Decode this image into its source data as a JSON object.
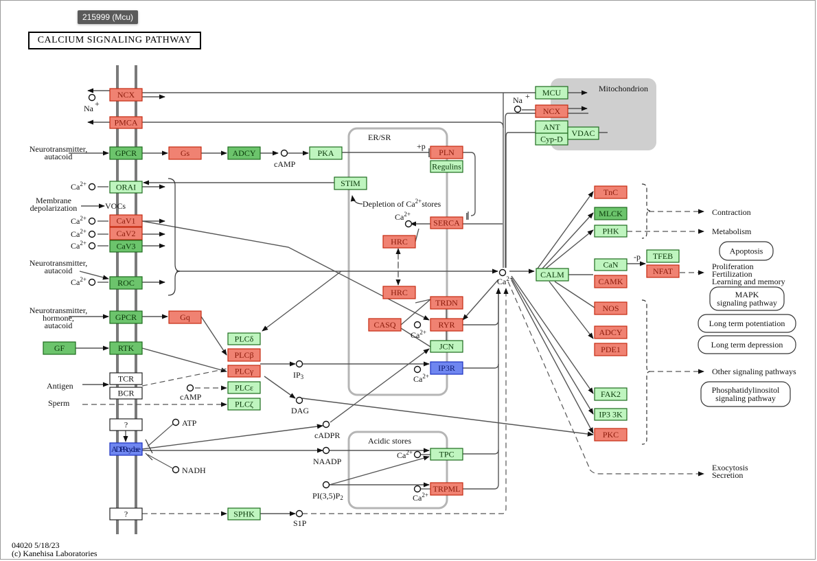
{
  "tooltip": "215999 (Mcu)",
  "title": "CALCIUM SIGNALING PATHWAY",
  "footer": {
    "code_date": "04020 5/18/23",
    "copyright": "(c) Kanehisa Laboratories"
  },
  "colors": {
    "red_fill": "#f08272",
    "red_stroke": "#c42a10",
    "red_text": "#8b1a0a",
    "light_green_fill": "#bff5bf",
    "light_green_stroke": "#1d6b1d",
    "dark_green_fill": "#6cc46c",
    "dark_green_stroke": "#1d6b1d",
    "blue_fill": "#6f86f0",
    "blue_stroke": "#1a2fc0",
    "blue_text": "#0a1870",
    "white_fill": "#ffffff",
    "compartment": "#b5b5b5",
    "mito_fill": "#cfcfcf",
    "line": "#555555"
  },
  "compartments": {
    "er_sr": "ER/SR",
    "acidic": "Acidic stores",
    "mitochondrion": "Mitochondrion"
  },
  "nodes": [
    {
      "id": "ncx1",
      "label": "NCX",
      "color": "red"
    },
    {
      "id": "pmca",
      "label": "PMCA",
      "color": "red"
    },
    {
      "id": "gpcr1",
      "label": "GPCR",
      "color": "dark_green"
    },
    {
      "id": "gs",
      "label": "Gs",
      "color": "red"
    },
    {
      "id": "adcy1",
      "label": "ADCY",
      "color": "dark_green"
    },
    {
      "id": "pka",
      "label": "PKA",
      "color": "light_green"
    },
    {
      "id": "orai",
      "label": "ORAI",
      "color": "light_green"
    },
    {
      "id": "stim",
      "label": "STIM",
      "color": "light_green"
    },
    {
      "id": "cav1",
      "label": "CaV1",
      "color": "red"
    },
    {
      "id": "cav2",
      "label": "CaV2",
      "color": "red"
    },
    {
      "id": "cav3",
      "label": "CaV3",
      "color": "dark_green"
    },
    {
      "id": "roc",
      "label": "ROC",
      "color": "dark_green"
    },
    {
      "id": "gpcr2",
      "label": "GPCR",
      "color": "dark_green"
    },
    {
      "id": "gq",
      "label": "Gq",
      "color": "red"
    },
    {
      "id": "gf",
      "label": "GF",
      "color": "dark_green"
    },
    {
      "id": "rtk",
      "label": "RTK",
      "color": "dark_green"
    },
    {
      "id": "tcr",
      "label": "TCR",
      "color": "white"
    },
    {
      "id": "bcr",
      "label": "BCR",
      "color": "white"
    },
    {
      "id": "q1",
      "label": "?",
      "color": "white"
    },
    {
      "id": "adpr",
      "label": "ADPRcyclase",
      "color": "blue"
    },
    {
      "id": "q2",
      "label": "?",
      "color": "white"
    },
    {
      "id": "sphk",
      "label": "SPHK",
      "color": "light_green"
    },
    {
      "id": "plcd",
      "label": "PLCδ",
      "color": "light_green"
    },
    {
      "id": "plcb",
      "label": "PLCβ",
      "color": "red"
    },
    {
      "id": "plcg",
      "label": "PLCγ",
      "color": "red"
    },
    {
      "id": "plce",
      "label": "PLCε",
      "color": "light_green"
    },
    {
      "id": "plcz",
      "label": "PLCζ",
      "color": "light_green"
    },
    {
      "id": "pln",
      "label": "PLN",
      "color": "red"
    },
    {
      "id": "regulins",
      "label": "Regulins",
      "color": "light_green"
    },
    {
      "id": "serca",
      "label": "SERCA",
      "color": "red"
    },
    {
      "id": "hrc1",
      "label": "HRC",
      "color": "red"
    },
    {
      "id": "hrc2",
      "label": "HRC",
      "color": "red"
    },
    {
      "id": "trdn",
      "label": "TRDN",
      "color": "red"
    },
    {
      "id": "casq",
      "label": "CASQ",
      "color": "red"
    },
    {
      "id": "ryr",
      "label": "RYR",
      "color": "red"
    },
    {
      "id": "jcn",
      "label": "JCN",
      "color": "light_green"
    },
    {
      "id": "ip3r",
      "label": "IP3R",
      "color": "blue"
    },
    {
      "id": "tpc",
      "label": "TPC",
      "color": "light_green"
    },
    {
      "id": "trpml",
      "label": "TRPML",
      "color": "red"
    },
    {
      "id": "mcu",
      "label": "MCU",
      "color": "light_green"
    },
    {
      "id": "ncx2",
      "label": "NCX",
      "color": "red"
    },
    {
      "id": "ant",
      "label": "ANT",
      "color": "light_green"
    },
    {
      "id": "cypd",
      "label": "Cyp-D",
      "color": "light_green"
    },
    {
      "id": "vdac",
      "label": "VDAC",
      "color": "light_green"
    },
    {
      "id": "calm",
      "label": "CALM",
      "color": "light_green"
    },
    {
      "id": "tnc",
      "label": "TnC",
      "color": "red"
    },
    {
      "id": "mlck",
      "label": "MLCK",
      "color": "dark_green"
    },
    {
      "id": "phk",
      "label": "PHK",
      "color": "light_green"
    },
    {
      "id": "can",
      "label": "CaN",
      "color": "light_green"
    },
    {
      "id": "camk",
      "label": "CAMK",
      "color": "red"
    },
    {
      "id": "tfeb",
      "label": "TFEB",
      "color": "light_green"
    },
    {
      "id": "nfat",
      "label": "NFAT",
      "color": "red"
    },
    {
      "id": "nos",
      "label": "NOS",
      "color": "red"
    },
    {
      "id": "adcy2",
      "label": "ADCY",
      "color": "red"
    },
    {
      "id": "pde1",
      "label": "PDE1",
      "color": "red"
    },
    {
      "id": "fak2",
      "label": "FAK2",
      "color": "light_green"
    },
    {
      "id": "ip33k",
      "label": "IP3 3K",
      "color": "light_green"
    },
    {
      "id": "pkc",
      "label": "PKC",
      "color": "red"
    }
  ],
  "labels": {
    "na1": "Na",
    "na2": "Na",
    "nt_autacoid1": [
      "Neurotransmitter,",
      "autacoid"
    ],
    "membrane_depol": [
      "Membrane",
      "depolarization"
    ],
    "vocs": "VOCs",
    "nt_autacoid2": [
      "Neurotransmitter,",
      "autacoid"
    ],
    "nt_hormone": [
      "Neurotransmitter,",
      "hormone,",
      "autacoid"
    ],
    "antigen": "Antigen",
    "sperm": "Sperm",
    "camp1": "cAMP",
    "camp2": "cAMP",
    "ip3": "IP3",
    "dag": "DAG",
    "atp": "ATP",
    "nadh": "NADH",
    "cadpr": "cADPR",
    "naadp": "NAADP",
    "pi35p2": "PI(3,5)P2",
    "s1p": "S1P",
    "ca": "Ca",
    "depletion": "Depletion of Ca",
    "stores": "stores",
    "plus_p": "+p",
    "minus_p": "-p"
  },
  "outcomes": {
    "contraction": "Contraction",
    "metabolism": "Metabolism",
    "proliferation": [
      "Proliferation",
      "Fertilization",
      "Learning and memory"
    ],
    "other_pathways": "Other signaling pathways",
    "exocytosis": [
      "Exocytosis",
      "Secretion"
    ]
  },
  "pathway_links": [
    {
      "id": "apoptosis",
      "label": [
        "Apoptosis"
      ]
    },
    {
      "id": "mapk",
      "label": [
        "MAPK",
        "signaling pathway"
      ]
    },
    {
      "id": "ltp",
      "label": [
        "Long term potentiation"
      ]
    },
    {
      "id": "ltd",
      "label": [
        "Long term depression"
      ]
    },
    {
      "id": "pi",
      "label": [
        "Phosphatidylinositol",
        "signaling pathway"
      ]
    }
  ]
}
